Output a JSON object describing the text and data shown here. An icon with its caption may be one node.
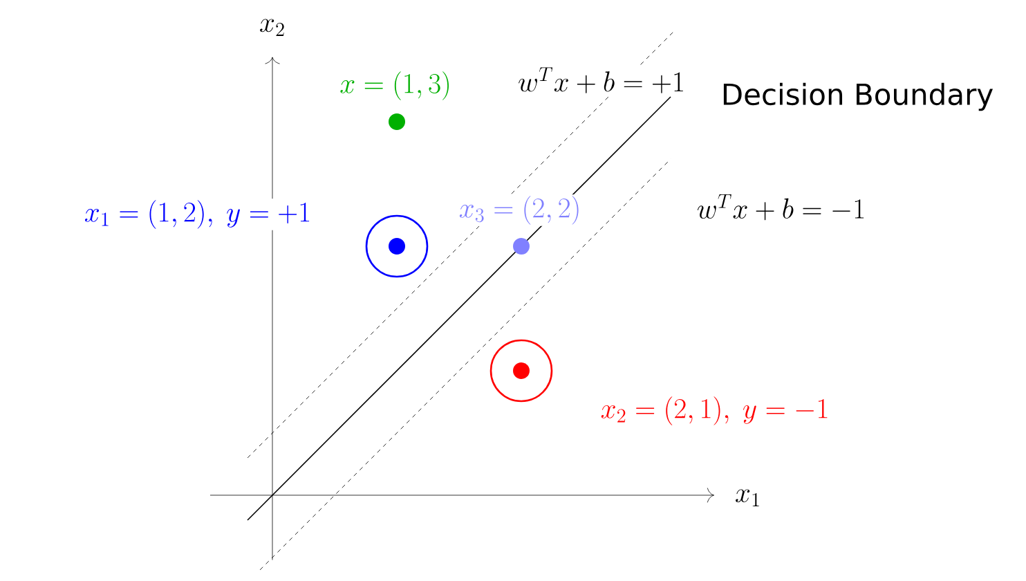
{
  "diagram": {
    "labels": [
      "x_2",
      "x = (1, 3)",
      "w^T x + b = +1",
      "Decision Boundary",
      "x_1 = (1, 2),\\ y = +1",
      "x_3 = (2, 2)",
      "w^T x + b = -1",
      "x_2 = (2, 1),\\ y = -1",
      "x_1"
    ]
  }
}
